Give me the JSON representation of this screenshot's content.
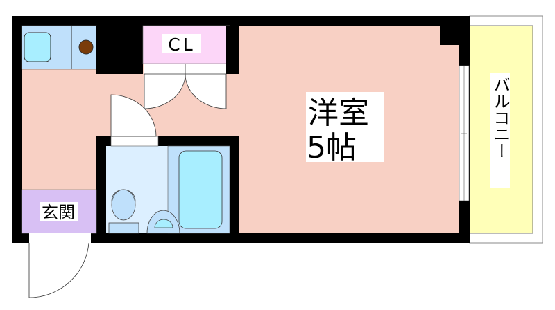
{
  "floorplan": {
    "rooms": {
      "western_room": {
        "name": "洋室",
        "size": "5帖"
      },
      "closet": {
        "label": "CL"
      },
      "entrance": {
        "label": "玄関"
      },
      "balcony": {
        "label": "バルコニー"
      }
    },
    "colors": {
      "wall": "#000000",
      "floor": "#f8d0c4",
      "closet": "#fcd6f8",
      "entrance": "#d8c0f4",
      "balcony": "#ffffb8",
      "wet_area": "#dcefff",
      "bath_area": "#bfe0fb",
      "fixture": "#a8eeff",
      "stove": "#7a3c0a"
    }
  }
}
